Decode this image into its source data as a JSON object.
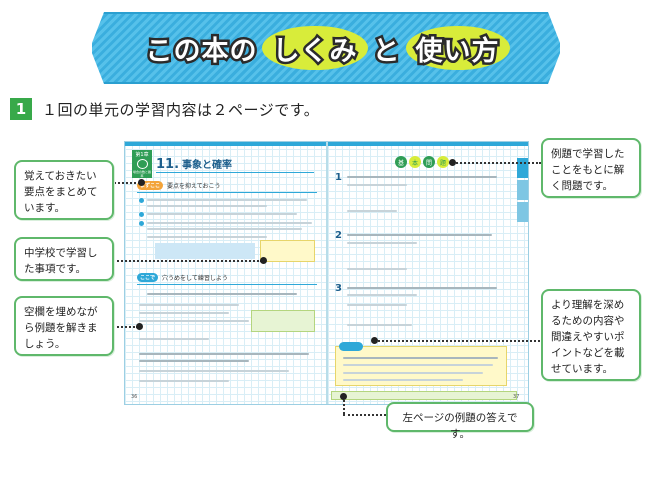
{
  "banner": {
    "parts": [
      {
        "text": "この本の",
        "highlight": false
      },
      {
        "text": "しくみ",
        "highlight": true
      },
      {
        "text": "と",
        "highlight": false
      },
      {
        "text": "使い方",
        "highlight": true
      }
    ],
    "colors": {
      "background": "#3aaede",
      "highlight": "#d8ec3a",
      "stroke": "#2b2b2b"
    }
  },
  "step": {
    "number": "1",
    "text": "１回の単元の学習内容は２ページです。",
    "color": "#38a94a"
  },
  "book": {
    "lesson_number": "11.",
    "lesson_title": "事象と確率",
    "chapter_tab": {
      "line1": "第1章",
      "line2": "場合の数と確率"
    },
    "left_sections": [
      {
        "tag": "まずここ",
        "title": "要点を抑えておこう"
      },
      {
        "tag": "ここで",
        "title": "穴うめをして練習しよう"
      }
    ],
    "exercise_banner": [
      "基",
      "本",
      "問",
      "題"
    ],
    "question_numbers": [
      "1",
      "2",
      "3"
    ],
    "left_page_number": "36",
    "right_page_number": "37"
  },
  "callouts": {
    "key_points": "覚えておきたい\n要点をまとめて\nいます。",
    "middle_school": "中学校で学習し\nた事項です。",
    "fill_in": "空欄を埋めなが\nら例題を解きま\nしょう。",
    "exercises": "例題で学習した\nことをもとに解\nく問題です。",
    "deeper": "より理解を深め\nるための内容や\n間違えやすいポ\nイントなどを載\nせています。",
    "answers": "左ページの例題の答えです。"
  },
  "accent_colors": {
    "callout_border": "#5fb86b",
    "book_blue": "#2ea8d8"
  }
}
